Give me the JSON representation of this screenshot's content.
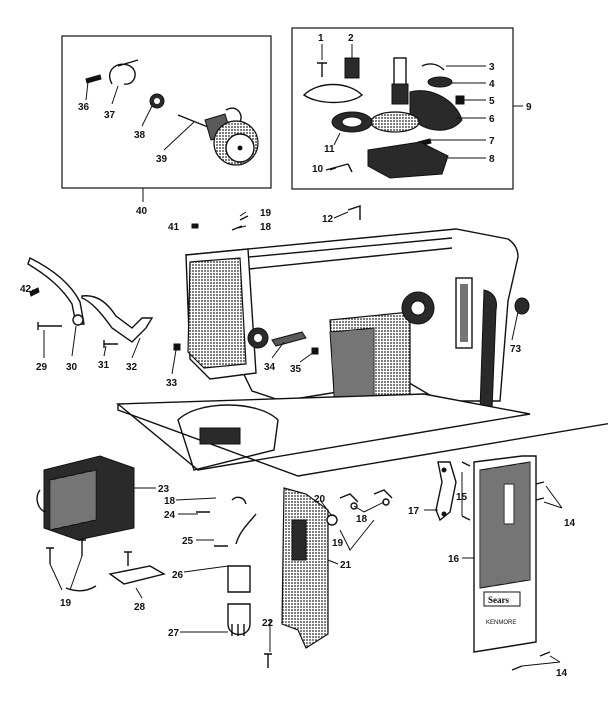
{
  "diagram": {
    "callouts": [
      {
        "id": "1",
        "text": "1"
      },
      {
        "id": "2",
        "text": "2"
      },
      {
        "id": "3",
        "text": "3"
      },
      {
        "id": "4",
        "text": "4"
      },
      {
        "id": "5",
        "text": "5"
      },
      {
        "id": "6",
        "text": "6"
      },
      {
        "id": "7",
        "text": "7"
      },
      {
        "id": "8",
        "text": "8"
      },
      {
        "id": "9",
        "text": "9"
      },
      {
        "id": "10",
        "text": "10"
      },
      {
        "id": "11",
        "text": "11"
      },
      {
        "id": "12",
        "text": "12"
      },
      {
        "id": "14a",
        "text": "14"
      },
      {
        "id": "14b",
        "text": "14"
      },
      {
        "id": "15",
        "text": "15"
      },
      {
        "id": "16",
        "text": "16"
      },
      {
        "id": "17",
        "text": "17"
      },
      {
        "id": "18a",
        "text": "18"
      },
      {
        "id": "18b",
        "text": "18"
      },
      {
        "id": "18c",
        "text": "18"
      },
      {
        "id": "19a",
        "text": "19"
      },
      {
        "id": "19b",
        "text": "19"
      },
      {
        "id": "19c",
        "text": "19"
      },
      {
        "id": "20",
        "text": "20"
      },
      {
        "id": "21",
        "text": "21"
      },
      {
        "id": "22",
        "text": "22"
      },
      {
        "id": "23",
        "text": "23"
      },
      {
        "id": "24",
        "text": "24"
      },
      {
        "id": "25",
        "text": "25"
      },
      {
        "id": "26",
        "text": "26"
      },
      {
        "id": "27",
        "text": "27"
      },
      {
        "id": "28",
        "text": "28"
      },
      {
        "id": "29",
        "text": "29"
      },
      {
        "id": "30",
        "text": "30"
      },
      {
        "id": "31",
        "text": "31"
      },
      {
        "id": "32",
        "text": "32"
      },
      {
        "id": "33",
        "text": "33"
      },
      {
        "id": "34",
        "text": "34"
      },
      {
        "id": "35",
        "text": "35"
      },
      {
        "id": "36",
        "text": "36"
      },
      {
        "id": "37",
        "text": "37"
      },
      {
        "id": "38",
        "text": "38"
      },
      {
        "id": "39",
        "text": "39"
      },
      {
        "id": "40",
        "text": "40"
      },
      {
        "id": "41",
        "text": "41"
      },
      {
        "id": "42",
        "text": "42"
      },
      {
        "id": "73",
        "text": "73"
      }
    ],
    "plate_brand": "Sears",
    "plate_model": "KENMORE"
  }
}
